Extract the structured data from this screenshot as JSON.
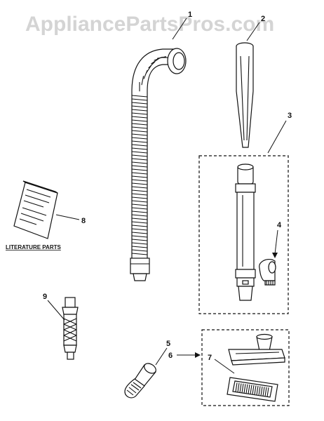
{
  "watermark": "AppliancePartsPros.com",
  "colors": {
    "ink": "#111111",
    "watermark": "#d4d4d4",
    "background": "#ffffff"
  },
  "callouts": {
    "c1": "1",
    "c2": "2",
    "c3": "3",
    "c4": "4",
    "c5": "5",
    "c6": "6",
    "c7": "7",
    "c8": "8",
    "c9": "9"
  },
  "literature_label": "LITERATURE PARTS"
}
